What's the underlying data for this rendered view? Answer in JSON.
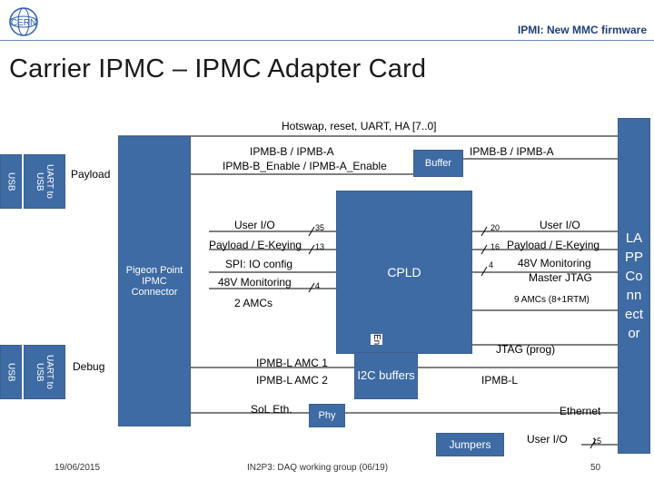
{
  "header": {
    "logo_text": "CERN",
    "title": "IPMI: New MMC firmware"
  },
  "slide": {
    "title": "Carrier IPMC – IPMC Adapter Card"
  },
  "diagram": {
    "top_bar_label": "Hotswap, reset, UART, HA [7..0]",
    "usb_top": {
      "usb": "USB",
      "uart": "UART to USB"
    },
    "usb_bottom": {
      "usb": "USB",
      "uart": "UART to USB"
    },
    "payload": "Payload",
    "debug": "Debug",
    "connector": "Pigeon Point IPMC Connector",
    "left_bus_line1": "IPMB-B / IPMB-A",
    "left_bus_line2": "IPMB-B_Enable / IPMB-A_Enable",
    "buffer": "Buffer",
    "right_bus": "IPMB-B / IPMB-A",
    "lapp_connector": "LAPP Connector",
    "left_signals": [
      {
        "label": "User I/O",
        "count": "35"
      },
      {
        "label": "Payload / E-Keying",
        "count": "13"
      },
      {
        "label": "SPI: IO config",
        "count": ""
      },
      {
        "label": "48V Monitoring",
        "count": "4"
      },
      {
        "label": "2 AMCs",
        "count": ""
      }
    ],
    "cpld": "CPLD",
    "en": "En",
    "right_signals": [
      {
        "label": "User I/O",
        "count": "20"
      },
      {
        "label": "Payload / E-Keying",
        "count": "16"
      },
      {
        "label": "48V Monitoring",
        "count": "4"
      },
      {
        "label": "Master JTAG",
        "count": ""
      },
      {
        "label": "9 AMCs (8+1RTM)",
        "count": ""
      }
    ],
    "ipmb_l_amc1": "IPMB-L AMC 1",
    "ipmb_l_amc2": "IPMB-L AMC 2",
    "i2c": "I2C buffers",
    "jtag": "JTAG (prog)",
    "ipmb_l": "IPMB-L",
    "sol": "SoL Eth.",
    "phy": "Phy",
    "ethernet": "Ethernet",
    "jumpers": "Jumpers",
    "user_io_bottom": "User I/O",
    "user_io_bottom_count": "15"
  },
  "footer": {
    "date": "19/06/2015",
    "event": "IN2P3: DAQ working group (06/19)",
    "page": "50"
  },
  "colors": {
    "block_blue": "#3e6ba4",
    "header_blue": "#1f3f75"
  }
}
